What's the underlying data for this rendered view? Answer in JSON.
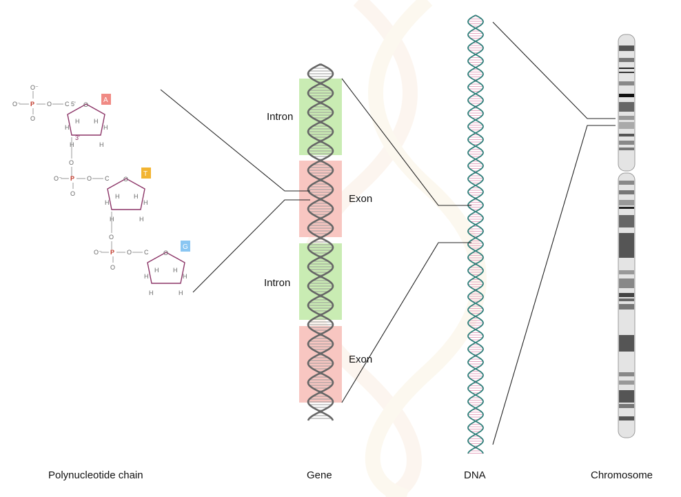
{
  "captions": {
    "polynucleotide": "Polynucleotide chain",
    "gene": "Gene",
    "dna": "DNA",
    "chromosome": "Chromosome"
  },
  "gene_regions": [
    {
      "label": "Intron",
      "kind": "intron"
    },
    {
      "label": "Exon",
      "kind": "exon"
    },
    {
      "label": "Intron",
      "kind": "intron"
    },
    {
      "label": "Exon",
      "kind": "exon"
    }
  ],
  "nucleotides": [
    {
      "base": "A",
      "base_color": "#f08a84",
      "phosphate": "P",
      "oxygen": "O",
      "hydrogen": "H",
      "carbon": "C",
      "carbon5_label": "5'",
      "carbon3_label": "3'"
    },
    {
      "base": "T",
      "base_color": "#f2b431",
      "phosphate": "P",
      "oxygen": "O",
      "hydrogen": "H",
      "carbon": "C"
    },
    {
      "base": "G",
      "base_color": "#8ac6f2",
      "phosphate": "P",
      "oxygen": "O",
      "hydrogen": "H",
      "carbon": "C"
    }
  ],
  "colors": {
    "intron": "#c9ecb3",
    "exon": "#f8c6c1",
    "gene_strand": "#666666",
    "dna_strand": "#2e7f7a",
    "dna_rung": "#e5a6c0",
    "sugar_ring": "#8b3366",
    "phosphate": "#c0392b",
    "chromosome_band": "#555555"
  }
}
